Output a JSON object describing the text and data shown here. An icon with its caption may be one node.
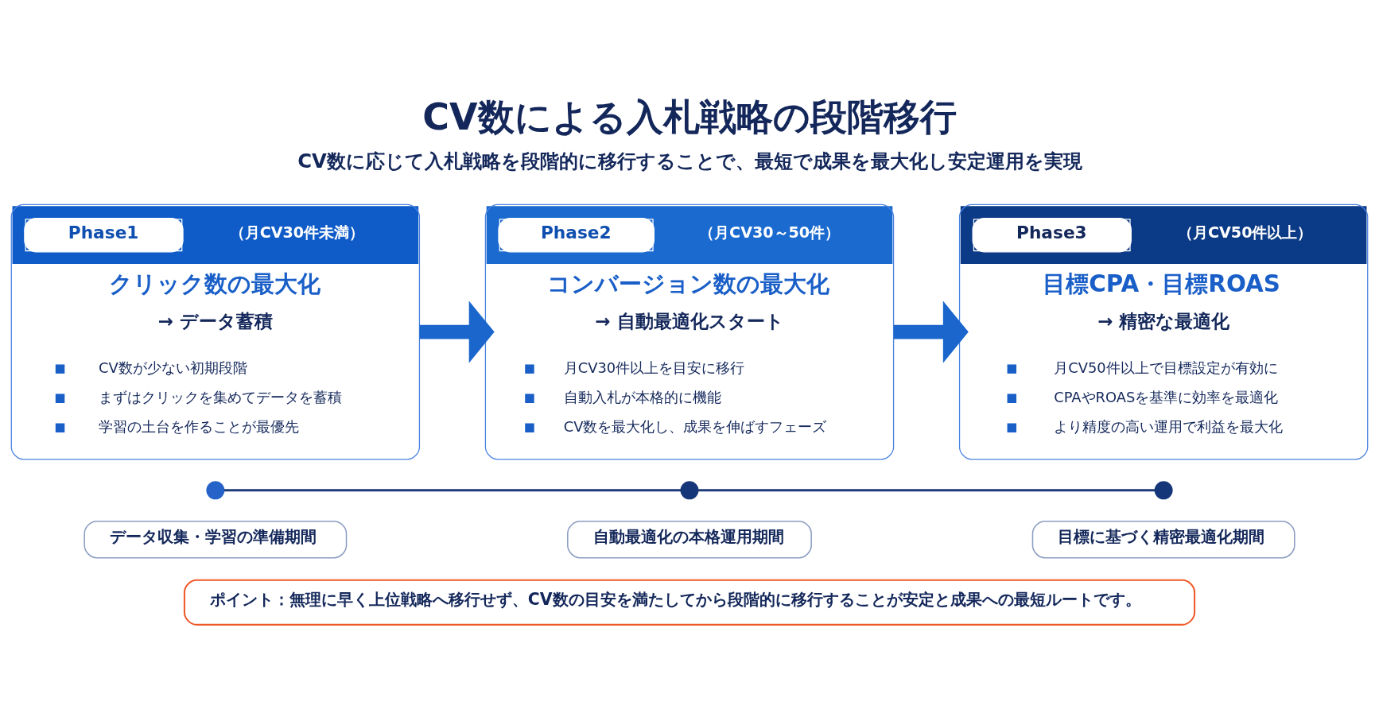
{
  "diagram": {
    "title": "CV数による入札戦略の段階移行",
    "nodes": [
      {
        "text": [
          "Phase1",
          "（月CV30件未満）",
          "クリック数の最大化",
          "→ データ蓄積",
          "CV数が少ない初期段階",
          "まずはクリックを集めてデータを蓄積",
          "学習の土台を作ることが最優先"
        ]
      },
      {
        "text": [
          "Phase2",
          "（月CV30～50件）",
          "コンバージョン数の最大化",
          "→ 自動最適化スタート",
          "月CV30件以上を目安に移行",
          "自動入札が本格的に機能",
          "CV数を最大化し、成果を伸ばすフェーズ"
        ]
      },
      {
        "text": [
          "Phase3",
          "（月CV50件以上）",
          "目標CPA・目標ROAS",
          "→ 精密な最適化",
          "月CV50件以上で目標設定が有効に",
          "CPAやROASを基準に効率を最適化",
          "より精度の高い運用で利益を最大化"
        ]
      },
      {
        "text": [],
        "shape": "circle"
      },
      {
        "text": [],
        "shape": "circle"
      },
      {
        "text": [],
        "shape": "circle"
      },
      {
        "text": [
          "データ収集・学習の準備期間"
        ]
      },
      {
        "text": [
          "自動最適化の本格運用期間"
        ]
      },
      {
        "text": [
          "目標に基づく精密最適化期間"
        ]
      },
      {
        "text": [
          "ポイント：無理に早く上位戦略へ移行せず、CV数の目安を満たしてから段階的に移行することが安定と成果への最短ルートです。"
        ]
      }
    ],
    "edges": [
      {
        "from": 0,
        "to": 1,
        "arrow": "to",
        "style": "thick",
        "color": "#1a66cc"
      },
      {
        "from": 1,
        "to": 2,
        "arrow": "to",
        "style": "thick",
        "color": "#1a66cc"
      },
      {
        "from": 3,
        "to": 4,
        "arrow": "none",
        "color": "#1e3a78"
      },
      {
        "from": 4,
        "to": 5,
        "arrow": "none",
        "color": "#1e3a78"
      }
    ],
    "labels": [
      "CV数に応じて入札戦略を段階的に移行することで、最短で成果を最大化し安定運用を実現"
    ]
  }
}
